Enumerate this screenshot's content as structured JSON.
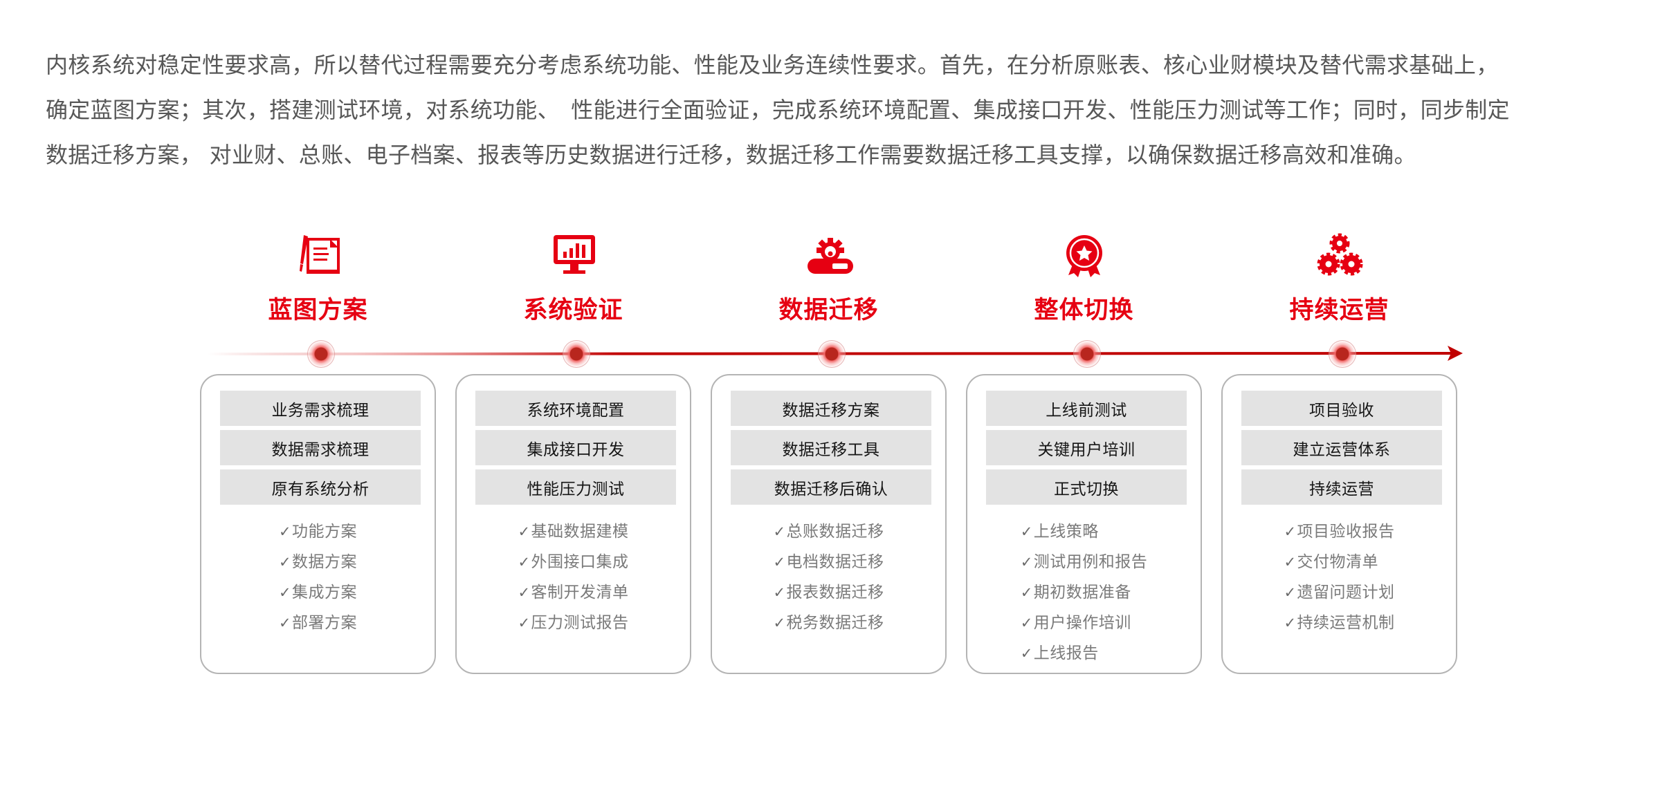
{
  "intro": {
    "lines": [
      "内核系统对稳定性要求高，所以替代过程需要充分考虑系统功能、性能及业务连续性要求。首先，在分析原账表、核心业财模块及替代需求基础上，",
      "确定蓝图方案；其次，搭建测试环境，对系统功能、　性能进行全面验证，完成系统环境配置、集成接口开发、性能压力测试等工作；同时，同步制定",
      "数据迁移方案，  对业财、总账、电子档案、报表等历史数据进行迁移，数据迁移工作需要数据迁移工具支撑，以确保数据迁移高效和准确。"
    ]
  },
  "colors": {
    "accent": "#e60012",
    "timeline": "#c00000",
    "card_border": "#b4b4b4",
    "box_bg": "#e3e3e3",
    "body_text": "#575757",
    "check_text": "#7a7a7a"
  },
  "check_glyph": "✓",
  "stages": [
    {
      "title": "蓝图方案",
      "icon": "document-pen-icon",
      "boxes": [
        "业务需求梳理",
        "数据需求梳理",
        "原有系统分析"
      ],
      "checks": [
        "功能方案",
        "数据方案",
        "集成方案",
        "部署方案"
      ]
    },
    {
      "title": "系统验证",
      "icon": "monitor-chart-icon",
      "boxes": [
        "系统环境配置",
        "集成接口开发",
        "性能压力测试"
      ],
      "checks": [
        "基础数据建模",
        "外围接口集成",
        "客制开发清单",
        "压力测试报告"
      ]
    },
    {
      "title": "数据迁移",
      "icon": "gear-progress-icon",
      "boxes": [
        "数据迁移方案",
        "数据迁移工具",
        "数据迁移后确认"
      ],
      "checks": [
        "总账数据迁移",
        "电档数据迁移",
        "报表数据迁移",
        "税务数据迁移"
      ]
    },
    {
      "title": "整体切换",
      "icon": "award-badge-icon",
      "boxes": [
        "上线前测试",
        "关键用户培训",
        "正式切换"
      ],
      "checks": [
        "上线策略",
        "测试用例和报告",
        "期初数据准备",
        "用户操作培训",
        "上线报告"
      ]
    },
    {
      "title": "持续运营",
      "icon": "gears-cluster-icon",
      "boxes": [
        "项目验收",
        "建立运营体系",
        "持续运营"
      ],
      "checks": [
        "项目验收报告",
        "交付物清单",
        "遗留问题计划",
        "持续运营机制"
      ]
    }
  ]
}
